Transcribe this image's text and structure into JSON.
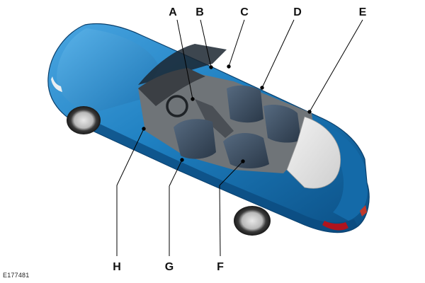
{
  "figure": {
    "id": "E177481",
    "callouts": [
      {
        "key": "A",
        "label": "A"
      },
      {
        "key": "B",
        "label": "B"
      },
      {
        "key": "C",
        "label": "C"
      },
      {
        "key": "D",
        "label": "D"
      },
      {
        "key": "E",
        "label": "E"
      },
      {
        "key": "F",
        "label": "F"
      },
      {
        "key": "G",
        "label": "G"
      },
      {
        "key": "H",
        "label": "H"
      }
    ]
  },
  "colors": {
    "body": "#1e7fc0",
    "body_dark": "#0d5a94",
    "body_light": "#5cb0e8",
    "interior": "#6f7478",
    "seat": "#3c4e62",
    "deck": "#e6e6e6",
    "leader": "#000000"
  }
}
